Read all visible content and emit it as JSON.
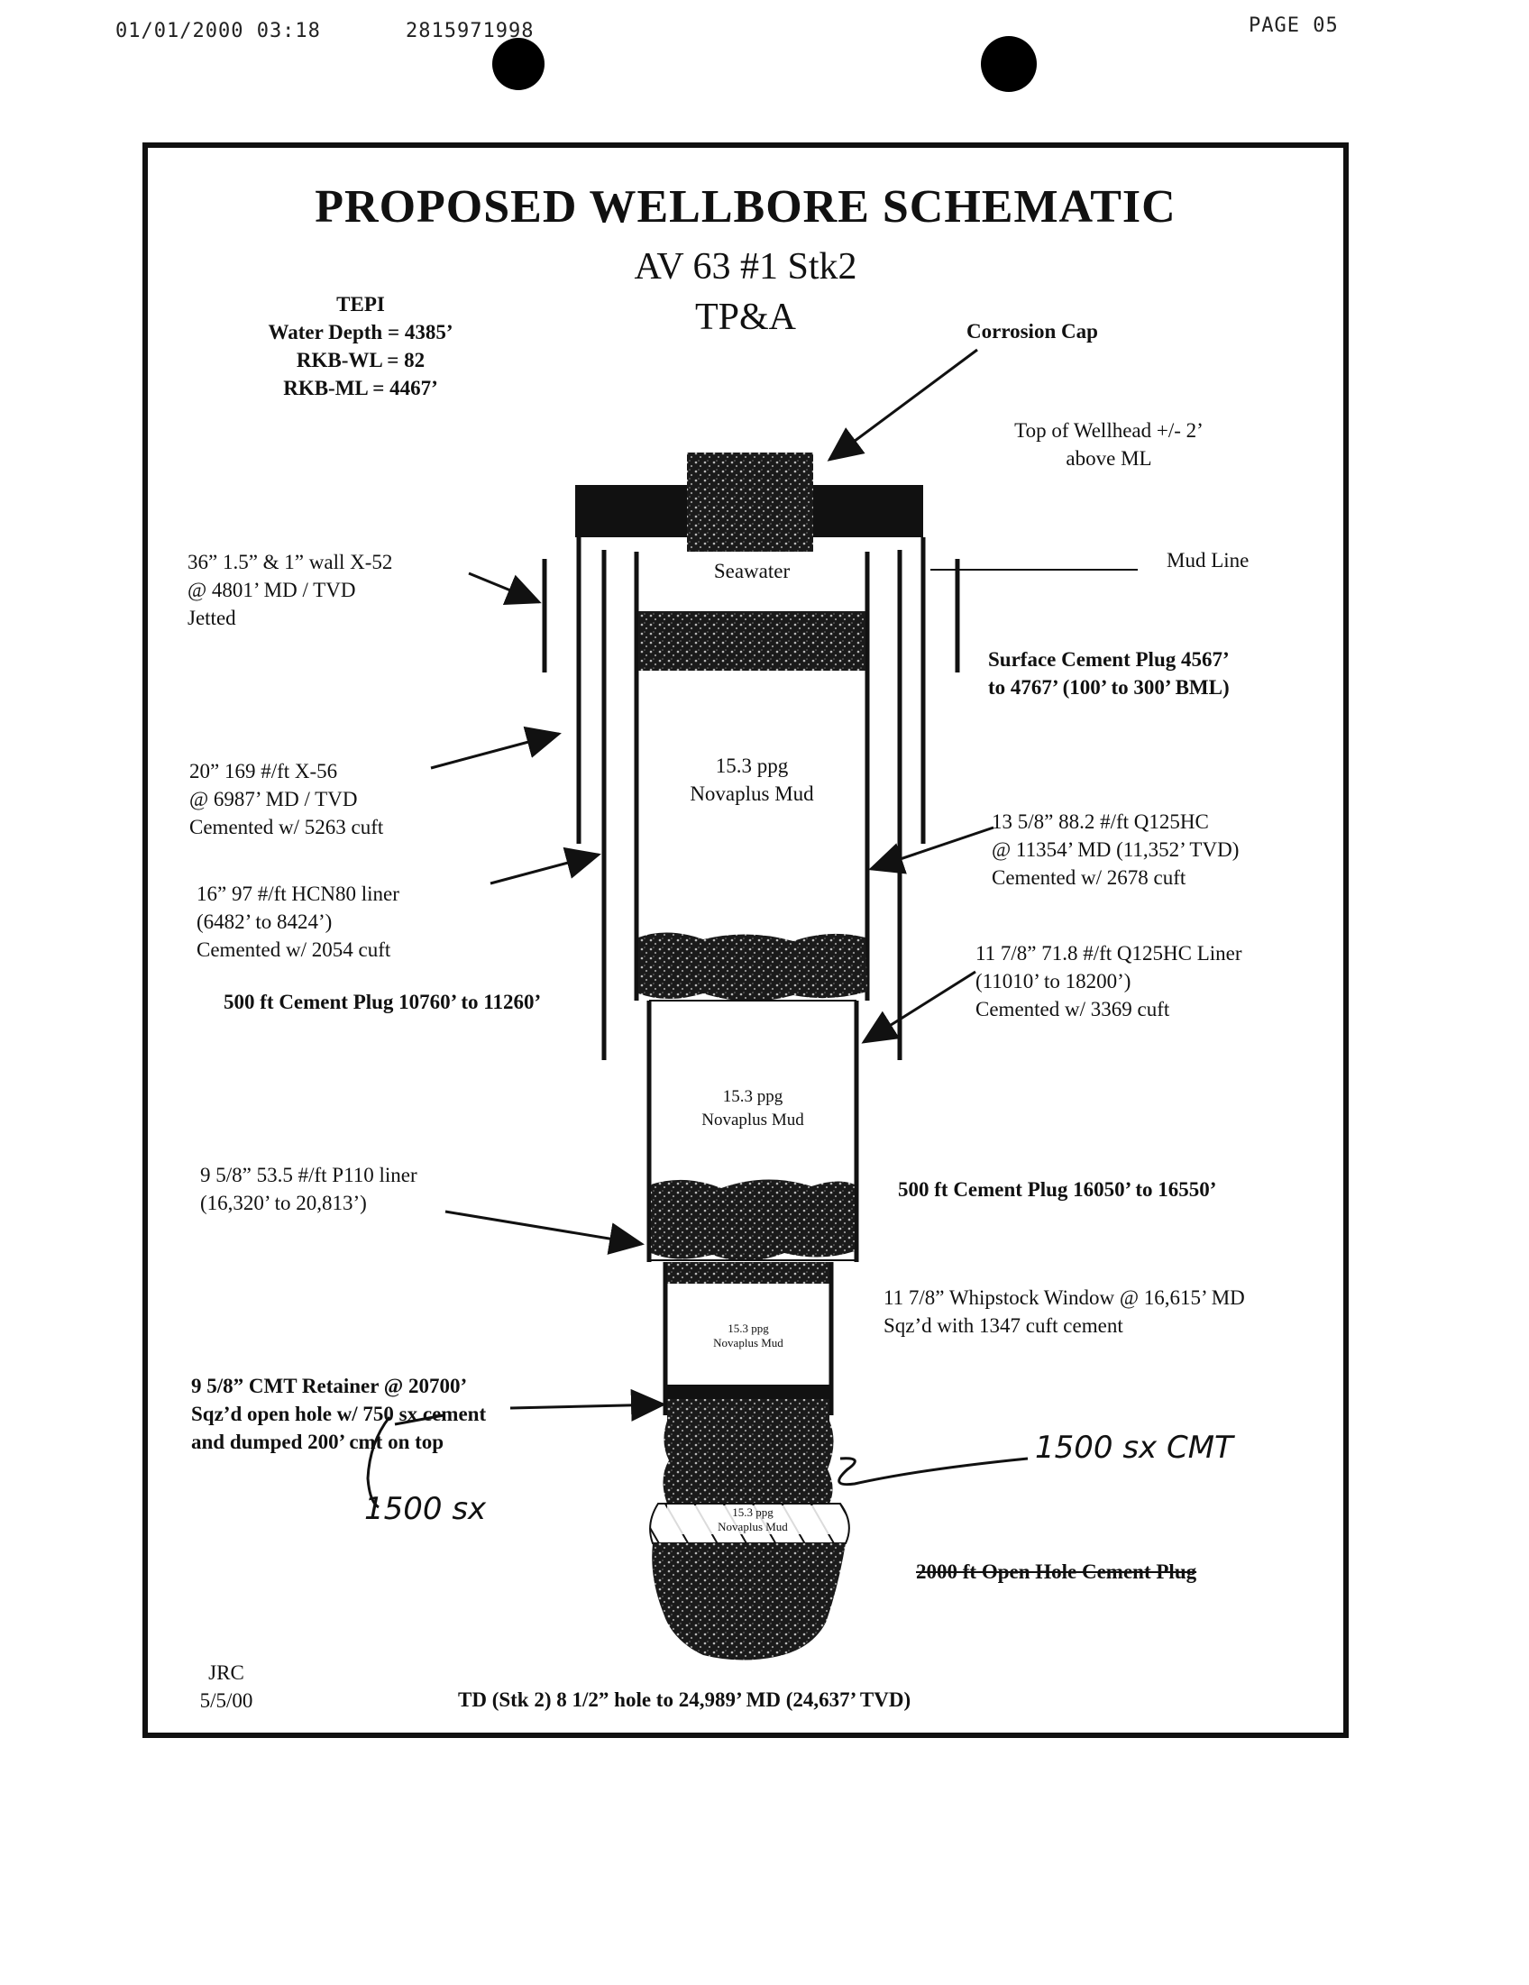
{
  "fax_header": {
    "datetime": "01/01/2000  03:18",
    "phone": "2815971998",
    "page": "PAGE  05"
  },
  "schematic": {
    "title": "PROPOSED  WELLBORE SCHEMATIC",
    "well": "AV 63 #1 Stk2",
    "operation": "TP&A",
    "company_block": {
      "company": "TEPI",
      "water_depth": "Water Depth = 4385’",
      "rkb_wl": "RKB-WL = 82",
      "rkb_ml": "RKB-ML = 4467’"
    },
    "labels": {
      "corrosion_cap": "Corrosion Cap",
      "wellhead_top_1": "Top of Wellhead +/- 2’",
      "wellhead_top_2": "above ML",
      "mud_line": "Mud Line",
      "seawater": "Seawater",
      "mud_1a": "15.3 ppg",
      "mud_1b": "Novaplus Mud",
      "mud_2a": "15.3 ppg",
      "mud_2b": "Novaplus Mud",
      "mud_3a": "15.3 ppg",
      "mud_3b": "Novaplus Mud",
      "mud_4a": "15.3 ppg",
      "mud_4b": "Novaplus Mud"
    },
    "casing_36": [
      "36” 1.5” & 1” wall  X-52",
      "@ 4801’ MD / TVD",
      "Jetted"
    ],
    "casing_20": [
      "20”  169 #/ft  X-56",
      "@ 6987’ MD / TVD",
      "Cemented w/ 5263 cuft"
    ],
    "liner_16": [
      "16”  97 #/ft  HCN80 liner",
      "(6482’ to 8424’)",
      "Cemented w/ 2054 cuft"
    ],
    "plug_1": "500 ft Cement Plug 10760’ to 11260’",
    "liner_958": [
      "9 5/8”  53.5 #/ft  P110 liner",
      "(16,320’ to 20,813’)"
    ],
    "retainer": [
      "9 5/8” CMT Retainer @ 20700’",
      "Sqz’d open hole w/ 750 sx cement",
      "and dumped 200’ cmt on top"
    ],
    "surface_plug": [
      "Surface Cement Plug 4567’",
      "to 4767’ (100’ to 300’ BML)"
    ],
    "casing_1358": [
      "13 5/8” 88.2 #/ft Q125HC",
      "@ 11354’ MD (11,352’ TVD)",
      "Cemented w/ 2678 cuft"
    ],
    "liner_1178": [
      "11 7/8” 71.8 #/ft  Q125HC Liner",
      "(11010’ to 18200’)",
      "Cemented w/ 3369 cuft"
    ],
    "plug_2": "500 ft Cement Plug 16050’ to 16550’",
    "whipstock": [
      "11 7/8”  Whipstock Window @ 16,615’ MD",
      "Sqz’d with  1347 cuft  cement"
    ],
    "open_hole_plug": "2000 ft Open Hole Cement Plug",
    "handwritten_1": "1500 sx CMT",
    "handwritten_2": "1500 sx",
    "author": "JRC",
    "date": "5/5/00",
    "td": "TD (Stk 2)  8 1/2” hole to 24,989’  MD  (24,637’ TVD)"
  }
}
